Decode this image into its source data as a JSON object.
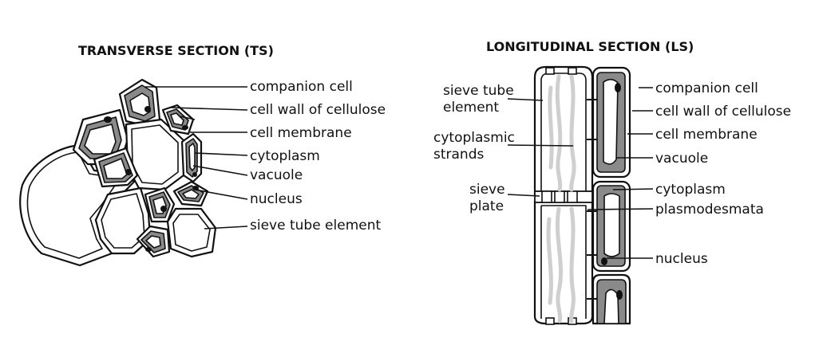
{
  "ts": {
    "title": "TRANSVERSE SECTION (TS)",
    "labels": [
      "companion cell",
      "cell wall of cellulose",
      "cell membrane",
      "cytoplasm",
      "vacuole",
      "nucleus",
      "sieve tube element"
    ]
  },
  "ls": {
    "title": "LONGITUDINAL SECTION (LS)",
    "left_labels": {
      "sieve_tube_1": "sieve tube",
      "sieve_tube_2": "element",
      "strands_1": "cytoplasmic",
      "strands_2": "strands",
      "plate_1": "sieve",
      "plate_2": "plate"
    },
    "right_labels": [
      "companion cell",
      "cell wall of cellulose",
      "cell membrane",
      "vacuole",
      "cytoplasm",
      "plasmodesmata",
      "nucleus"
    ]
  }
}
